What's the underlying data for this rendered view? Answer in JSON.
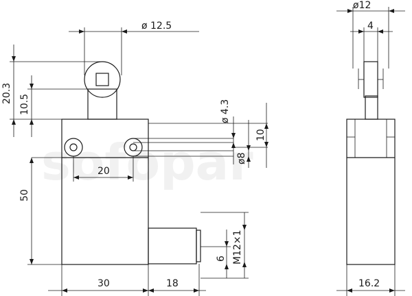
{
  "watermark": "sofopar",
  "dimensions": {
    "roller_diameter": "ø 12.5",
    "height_total": "20.3",
    "height_roller": "10.5",
    "hole_diameter_small": "ø 4.3",
    "hole_spacing_vertical": "10",
    "hole_diameter_large": "ø8",
    "hole_spacing": "20",
    "body_height": "50",
    "body_width": "30",
    "connector_length": "18",
    "thread": "M12×1",
    "connector_offset": "6",
    "side_roller_diameter": "ø12",
    "side_roller_width": "4",
    "side_width": "16.2"
  }
}
